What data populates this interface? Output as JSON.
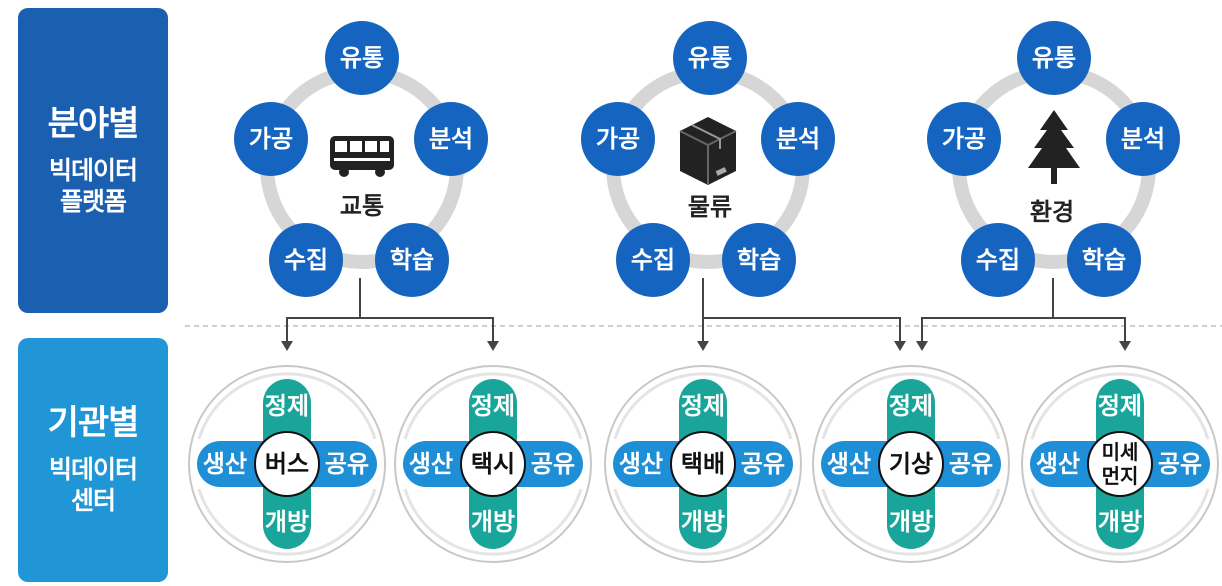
{
  "sidebar": {
    "top": {
      "title": "분야별",
      "line1": "빅데이터",
      "line2": "플랫폼"
    },
    "bottom": {
      "title": "기관별",
      "line1": "빅데이터",
      "line2": "센터"
    }
  },
  "platforms": [
    {
      "center_label": "교통",
      "icon": "bus-icon",
      "nodes": [
        "유통",
        "분석",
        "학습",
        "수집",
        "가공"
      ]
    },
    {
      "center_label": "물류",
      "icon": "box-icon",
      "nodes": [
        "유통",
        "분석",
        "학습",
        "수집",
        "가공"
      ]
    },
    {
      "center_label": "환경",
      "icon": "tree-icon",
      "nodes": [
        "유통",
        "분석",
        "학습",
        "수집",
        "가공"
      ]
    }
  ],
  "centers": [
    {
      "core": [
        "버스"
      ]
    },
    {
      "core": [
        "택시"
      ]
    },
    {
      "core": [
        "택배"
      ]
    },
    {
      "core": [
        "기상"
      ]
    },
    {
      "core": [
        "미세",
        "먼지"
      ]
    }
  ],
  "cross_labels": {
    "top": "정제",
    "bottom": "개방",
    "left": "생산",
    "right": "공유"
  },
  "colors": {
    "node_blue": "#1565c0",
    "sidebar_top": "#1b5fb0",
    "sidebar_bottom": "#2196d6",
    "cross_teal": "#1aa59a",
    "cross_blue": "#1e8fd6",
    "ring_gray": "#d6d6d6"
  }
}
